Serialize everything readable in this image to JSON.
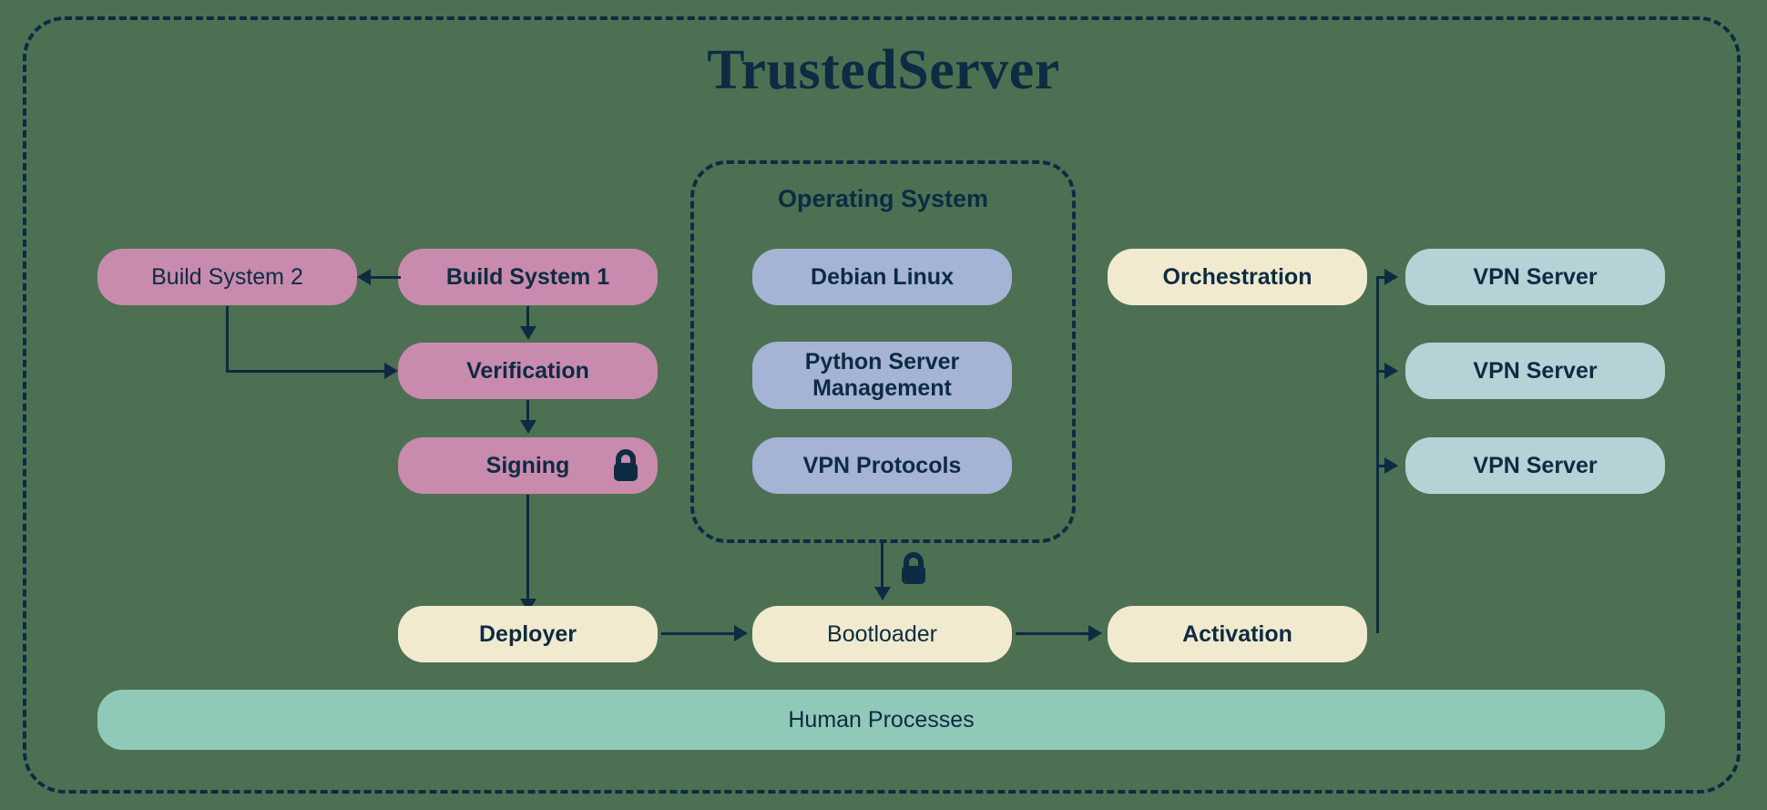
{
  "diagram": {
    "title": "TrustedServer",
    "colors": {
      "background": "#4d7053",
      "ink": "#0d2b42",
      "build": "#c88bad",
      "os_component": "#a5b3d4",
      "pipeline": "#f1eacf",
      "vpn_server": "#b7d2d6",
      "human": "#90c9b8"
    }
  },
  "build_pipeline": {
    "build_system_2": "Build System 2",
    "build_system_1": "Build System 1",
    "verification": "Verification",
    "signing": "Signing"
  },
  "operating_system": {
    "label": "Operating System",
    "components": [
      {
        "label": "Debian Linux"
      },
      {
        "label": "Python Server\nManagement"
      },
      {
        "label": "VPN Protocols"
      }
    ]
  },
  "deployment": {
    "deployer": "Deployer",
    "bootloader": "Bootloader",
    "activation": "Activation",
    "orchestration": "Orchestration"
  },
  "vpn_servers": [
    {
      "label": "VPN Server"
    },
    {
      "label": "VPN Server"
    },
    {
      "label": "VPN Server"
    }
  ],
  "human_processes": {
    "label": "Human Processes"
  },
  "icons": {
    "signing_lock": "lock-icon",
    "os_to_bootloader_lock": "lock-icon"
  }
}
